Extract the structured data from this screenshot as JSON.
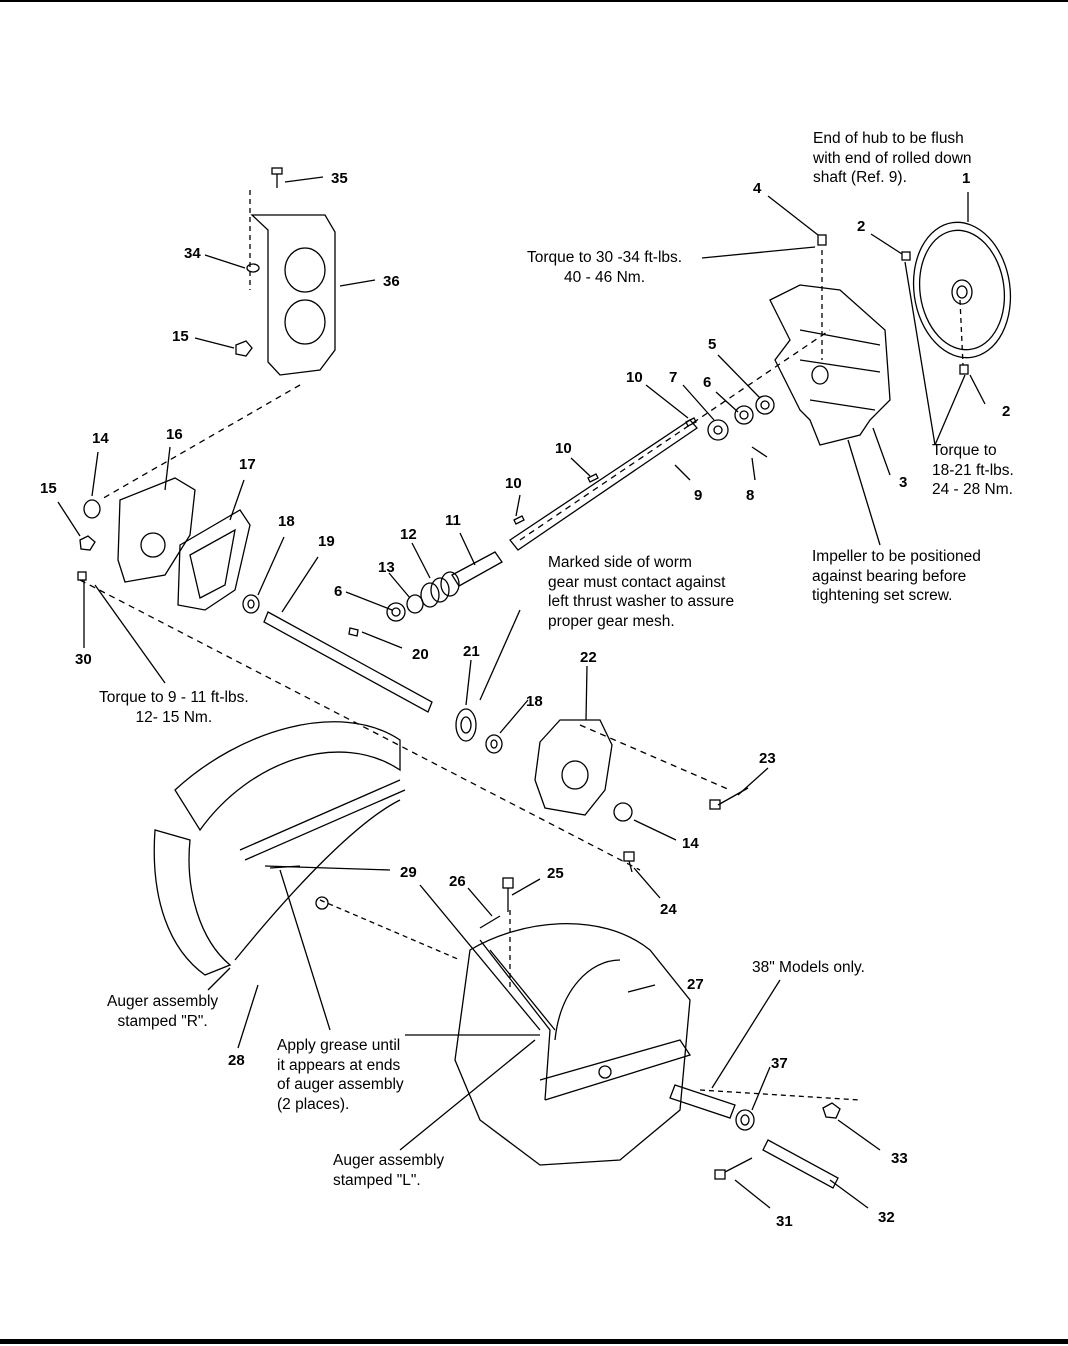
{
  "callouts": [
    "35",
    "34",
    "36",
    "15",
    "4",
    "2",
    "1",
    "5",
    "10",
    "7",
    "6",
    "2",
    "14",
    "16",
    "17",
    "15",
    "10",
    "10",
    "9",
    "8",
    "3",
    "18",
    "19",
    "11",
    "12",
    "13",
    "6",
    "20",
    "21",
    "18",
    "22",
    "30",
    "23",
    "14",
    "24",
    "29",
    "26",
    "25",
    "27",
    "28",
    "37",
    "33",
    "31",
    "32"
  ],
  "notes": {
    "hub_flush": [
      "End of hub to be flush",
      "with end of rolled down",
      "shaft (Ref. 9)."
    ],
    "torque_30": [
      "Torque to 30 -34 ft-lbs.",
      "40 - 46 Nm."
    ],
    "torque_18": [
      "Torque to",
      "18-21 ft-lbs.",
      "24 - 28 Nm."
    ],
    "impeller": [
      "Impeller to be positioned",
      "against bearing before",
      "tightening set screw."
    ],
    "worm_gear": [
      "Marked side of worm",
      "gear must contact against",
      "left thrust washer to assure",
      "proper gear mesh."
    ],
    "torque_9": [
      "Torque to 9 - 11 ft-lbs.",
      "12- 15 Nm."
    ],
    "auger_r": [
      "Auger assembly",
      "stamped \"R\"."
    ],
    "grease": [
      "Apply grease until",
      "it appears at ends",
      "of auger assembly",
      "(2 places)."
    ],
    "auger_l": [
      "Auger assembly",
      "stamped \"L\"."
    ],
    "models_38": [
      "38\" Models only."
    ]
  }
}
